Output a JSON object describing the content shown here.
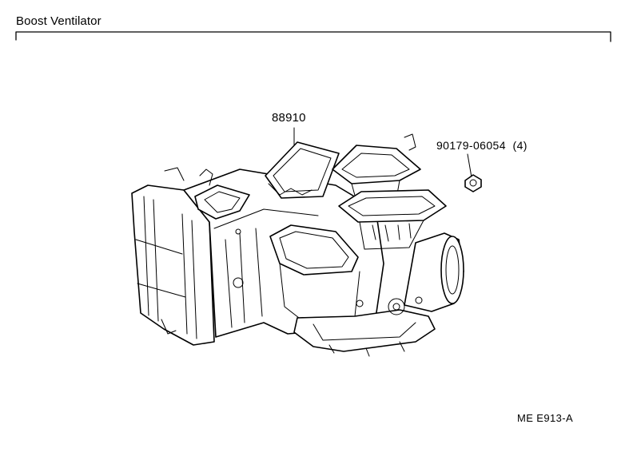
{
  "header": {
    "title": "Boost Ventilator"
  },
  "diagram": {
    "callouts": [
      {
        "part_number": "88910"
      },
      {
        "part_number": "90179-06054",
        "quantity": "(4)"
      }
    ],
    "diagram_code": "ME E913-A"
  }
}
